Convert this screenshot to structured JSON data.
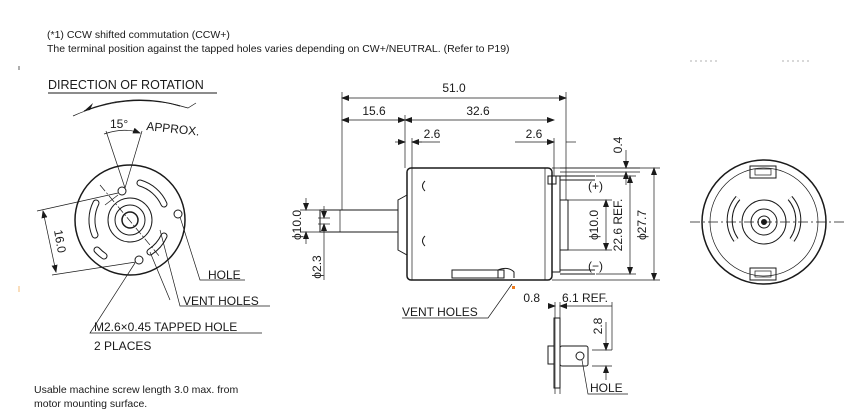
{
  "header_notes": {
    "line1": "(*1) CCW shifted commutation (CCW+)",
    "line2": "The terminal position against the tapped holes varies depending on CW+/NEUTRAL. (Refer to P19)"
  },
  "footer_note": {
    "line1": "Usable machine screw length 3.0 max. from",
    "line2": "motor mounting surface."
  },
  "front_view": {
    "rotation_heading": "DIRECTION OF ROTATION",
    "angle_label": "15°",
    "approx_label": "APPROX.",
    "width_dim": "16.0",
    "hole_label": "HOLE",
    "vent_label": "VENT HOLES",
    "tapped_label": "M2.6×0.45 TAPPED HOLE",
    "places_label": "2 PLACES"
  },
  "side_view": {
    "overall_length": "51.0",
    "shaft_length": "15.6",
    "body_length": "32.6",
    "left_offset": "2.6",
    "right_offset": "2.6",
    "terminal_offset": "0.4",
    "shaft_dia": "ϕ10.0",
    "shaft_small_dia": "ϕ2.3",
    "rear_dia": "ϕ10.0",
    "ref_dia": "22.6 REF.",
    "body_dia": "ϕ27.7",
    "plus_label": "(+)",
    "minus_label": "(−)",
    "vent_label": "VENT HOLES"
  },
  "terminal_detail": {
    "thickness": "0.8",
    "ref_length": "6.1 REF.",
    "hole_offset": "2.8",
    "hole_label": "HOLE"
  }
}
